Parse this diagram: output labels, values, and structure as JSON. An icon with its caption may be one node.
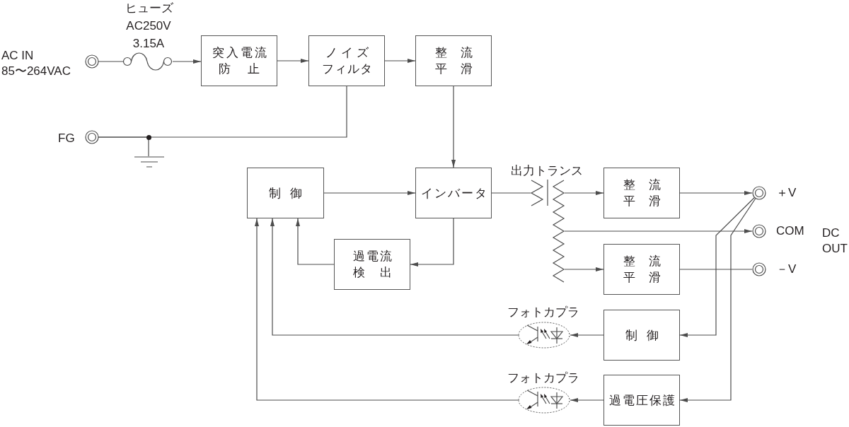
{
  "diagram": {
    "nodes": [
      {
        "text": [],
        "shape": "circle",
        "beside": [
          "AC IN",
          "85〜264VAC"
        ]
      },
      {
        "text": [],
        "shape": "picture",
        "beside": [
          "ヒューズ",
          "AC250V",
          "3.15A"
        ]
      },
      {
        "text": [
          "突入電流防止"
        ]
      },
      {
        "text": [
          "ノイズフィルタ"
        ]
      },
      {
        "text": [
          "整流平滑"
        ]
      },
      {
        "text": [],
        "shape": "circle",
        "beside": [
          "FG"
        ]
      },
      {
        "text": [],
        "shape": "picture"
      },
      {
        "text": [
          "制御"
        ]
      },
      {
        "text": [
          "インバータ"
        ]
      },
      {
        "text": [],
        "shape": "picture",
        "beside": [
          "出力トランス"
        ]
      },
      {
        "text": [
          "整流平滑"
        ]
      },
      {
        "text": [],
        "shape": "circle",
        "beside": [
          "＋V"
        ]
      },
      {
        "text": [],
        "shape": "circle",
        "beside": [
          "COM"
        ]
      },
      {
        "text": [
          "過電流検出"
        ]
      },
      {
        "text": [
          "整流平滑"
        ]
      },
      {
        "text": [],
        "shape": "circle",
        "beside": [
          "－V"
        ]
      },
      {
        "text": [],
        "shape": "picture",
        "beside": [
          "フォトカプラ"
        ]
      },
      {
        "text": [
          "制御"
        ]
      },
      {
        "text": [],
        "shape": "picture",
        "beside": [
          "フォトカプラ"
        ]
      },
      {
        "text": [
          "過電圧保護"
        ]
      }
    ],
    "edges": [
      {
        "from": 0,
        "to": 1,
        "arrow": "none"
      },
      {
        "from": 1,
        "to": 2,
        "arrow": "to"
      },
      {
        "from": 2,
        "to": 3,
        "arrow": "to"
      },
      {
        "from": 3,
        "to": 4,
        "arrow": "to"
      },
      {
        "from": 3,
        "to": 5,
        "arrow": "none"
      },
      {
        "from": 5,
        "to": 6,
        "arrow": "none"
      },
      {
        "from": 4,
        "to": 8,
        "arrow": "to"
      },
      {
        "from": 7,
        "to": 8,
        "arrow": "to"
      },
      {
        "from": 8,
        "to": 9,
        "arrow": "none"
      },
      {
        "from": 9,
        "to": 10,
        "arrow": "to"
      },
      {
        "from": 9,
        "to": 12,
        "arrow": "to"
      },
      {
        "from": 9,
        "to": 14,
        "arrow": "to"
      },
      {
        "from": 10,
        "to": 11,
        "arrow": "to"
      },
      {
        "from": 14,
        "to": 15,
        "arrow": "none"
      },
      {
        "from": 8,
        "to": 13,
        "arrow": "to"
      },
      {
        "from": 13,
        "to": 7,
        "arrow": "to"
      },
      {
        "from": 11,
        "to": 17,
        "arrow": "to"
      },
      {
        "from": 11,
        "to": 19,
        "arrow": "to"
      },
      {
        "from": 17,
        "to": 16,
        "arrow": "to"
      },
      {
        "from": 16,
        "to": 7,
        "arrow": "to"
      },
      {
        "from": 19,
        "to": 18,
        "arrow": "to"
      },
      {
        "from": 18,
        "to": 7,
        "arrow": "to"
      }
    ],
    "labels": [
      "DC OUT"
    ]
  }
}
